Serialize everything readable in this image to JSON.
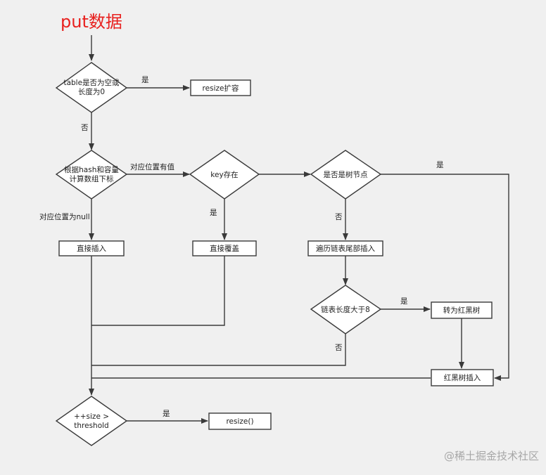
{
  "title": "put数据",
  "nodes": {
    "table_empty": "table是否为空或\n长度为0",
    "resize_expand": "resize扩容",
    "compute_index": "根据hash和容量\n计算数组下标",
    "key_exists": "key存在",
    "is_tree_node": "是否是树节点",
    "direct_insert": "直接插入",
    "direct_overwrite": "直接覆盖",
    "traverse_tail_insert": "遍历链表尾部插入",
    "list_length_gt8": "链表长度大于8",
    "to_red_black_tree": "转为红黑树",
    "red_black_insert": "红黑树插入",
    "size_threshold": "++size >\nthreshold",
    "resize_call": "resize()"
  },
  "edges": {
    "yes": "是",
    "no": "否",
    "slot_has_value": "对应位置有值",
    "slot_is_null": "对应位置为null"
  },
  "watermark": "@稀土掘金技术社区"
}
